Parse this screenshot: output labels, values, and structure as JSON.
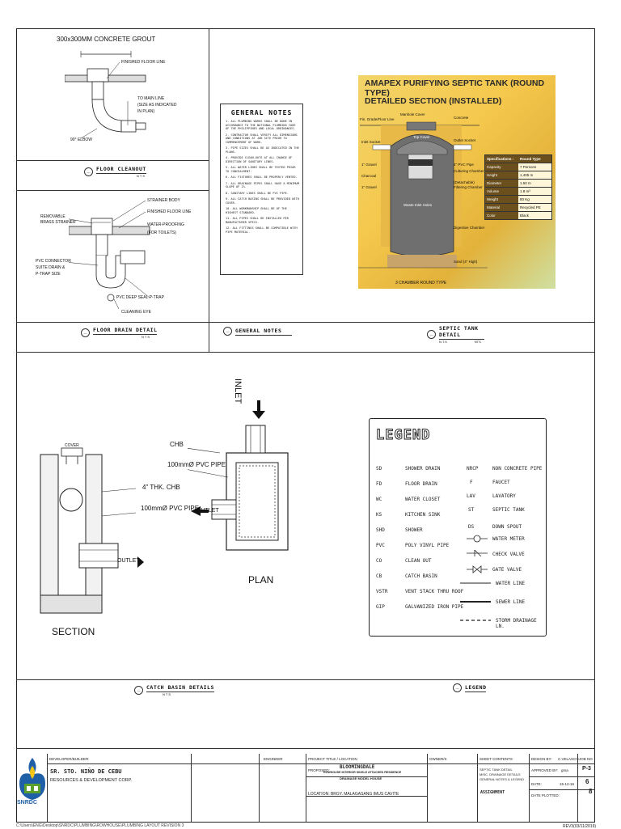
{
  "floor_cleanout": {
    "top_label": "300x300MM CONCRETE GROUT",
    "finished_floor": "FINISHED FLOOR LINE",
    "to_main_line": "TO MAIN LINE",
    "size_indicated": "(SIZE AS INDICATED",
    "in_plan": "IN PLAN)",
    "elbow": "90° ELBOW",
    "title": "FLOOR CLEANOUT",
    "scale": "N T S"
  },
  "floor_drain": {
    "strainer_body": "STRAINER BODY",
    "finished_floor": "FINISHED FLOOR LINE",
    "water_proofing": "WATER-PROOFING",
    "for_toilets": "(FOR TOILETS)",
    "removable": "REMOVABLE",
    "brass_strainer": "BRASS STRAINER",
    "pvc_connector": "PVC CONNECTOR",
    "suite_drain": "SUITE DRAIN &",
    "ptrap_size": "P-TRAP SIZE",
    "deep_seal": "PVC DEEP SEAL P-TRAP",
    "cleaning_eye": "CLEANING EYE",
    "title": "FLOOR DRAIN DETAIL",
    "scale": "N T S"
  },
  "general_notes": {
    "heading": "GENERAL NOTES",
    "items": [
      "1.  ALL PLUMBING WORKS SHALL BE DONE IN ACCORDANCE TO THE NATIONAL PLUMBING CODE OF THE PHILIPPINES AND LOCAL ORDINANCES.",
      "2.  CONTRACTOR SHALL VERIFY ALL DIMENSIONS AND CONDITIONS AT JOB SITE PRIOR TO COMMENCEMENT OF WORK.",
      "3.  PIPE SIZES SHALL BE AS INDICATED IN THE PLANS.",
      "4.  PROVIDE CLEAN-OUTS AT ALL CHANGE OF DIRECTION OF SANITARY LINES.",
      "5.  ALL WATER LINES SHALL BE TESTED PRIOR TO CONCEALMENT.",
      "6.  ALL FIXTURES SHALL BE PROPERLY VENTED.",
      "7.  ALL DRAINAGE PIPES SHALL HAVE A MINIMUM SLOPE OF 2%.",
      "8.  SANITARY LINES SHALL BE PVC PIPE.",
      "9.  ALL CATCH BASINS SHALL BE PROVIDED WITH COVER.",
      "10. ALL WORKMANSHIP SHALL BE OF THE HIGHEST STANDARD.",
      "11. ALL PIPES SHALL BE INSTALLED PER MANUFACTURER SPECS.",
      "12. ALL FITTINGS SHALL BE COMPATIBLE WITH PIPE MATERIAL."
    ],
    "title": "GENERAL NOTES"
  },
  "septic_tank": {
    "heading1": "AMAPEX PURIFYING SEPTIC TANK (ROUND TYPE)",
    "heading2": "DETAILED SECTION (INSTALLED)",
    "floor_line": "Fin. Grade/Floor Line",
    "manhole_cover": "Manhole Cover",
    "concrete": "Concrete",
    "top_cover": "Top Cover",
    "inlet_socket": "Inlet Socket",
    "outlet_socket": "Outlet Socket",
    "gravel1": "1\" Gravel",
    "charcoal": "Charcoal",
    "gravel2": "1\" Gravel",
    "pvc_pipe": "4\" PVC Pipe",
    "culturing": "Culturing Chamber",
    "detachable": "(Detachable)",
    "filtering": "Filtering Chamber",
    "waste_holes": "Waste Inlet Holes",
    "digestive": "Digestive Chamber",
    "sand": "Sand (4\" High)",
    "caption": "3 CHAMBER ROUND TYPE",
    "spec_head": [
      "Specifications :",
      "Round Type"
    ],
    "spec_rows": [
      [
        "Capacity",
        "7 Persons"
      ],
      [
        "Height",
        "1.405 m"
      ],
      [
        "Diameter",
        "1.50 m"
      ],
      [
        "Volume",
        "1.8 m³"
      ],
      [
        "Weight",
        "80 Kg"
      ],
      [
        "Material",
        "Recycled PE"
      ],
      [
        "Color",
        "Black"
      ]
    ],
    "title": "SEPTIC TANK DETAIL",
    "scale_a": "N.T.S",
    "scale_b": "NTS"
  },
  "catch_basin": {
    "inlet": "INLET",
    "chb": "CHB",
    "pvc_pipe_top": "100mmØ PVC PIPE",
    "chb_thk": "4\" THK. CHB",
    "pvc_pipe_mid": "100mmØ PVC PIPE",
    "outlet_plan": "OUTLET",
    "outlet_section": "OUTLET",
    "cover": "COVER",
    "plan_label": "PLAN",
    "section_label": "SECTION",
    "title": "CATCH BASIN DETAILS",
    "scale": "N T S"
  },
  "legend": {
    "heading": "LEGEND",
    "left": [
      [
        "SD",
        "SHOWER DRAIN"
      ],
      [
        "FD",
        "FLOOR DRAIN"
      ],
      [
        "WC",
        "WATER CLOSET"
      ],
      [
        "KS",
        "KITCHEN SINK"
      ],
      [
        "SHD",
        "SHOWER"
      ],
      [
        "PVC",
        "POLY VINYL PIPE"
      ],
      [
        "CO",
        "CLEAN OUT"
      ],
      [
        "CB",
        "CATCH BASIN"
      ],
      [
        "VSTR",
        "VENT STACK THRU ROOF"
      ],
      [
        "GIP",
        "GALVANIZED IRON PIPE"
      ]
    ],
    "right": [
      [
        "NRCP",
        "NON CONCRETE PIPE"
      ],
      [
        "F",
        "FAUCET"
      ],
      [
        "LAV",
        "LAVATORY"
      ],
      [
        "ST",
        "SEPTIC TANK"
      ],
      [
        "DS",
        "DOWN SPOUT"
      ],
      [
        "",
        "WATER METER"
      ],
      [
        "",
        "CHECK VALVE"
      ],
      [
        "",
        "GATE VALVE"
      ],
      [
        "",
        "WATER LINE"
      ],
      [
        "",
        "SEWER LINE"
      ],
      [
        "",
        "STORM DRAINAGE LN."
      ]
    ],
    "title": "LEGEND"
  },
  "title_block": {
    "developer_label": "DEVELOPER/BUILDER:",
    "company_name": "SR. STO. NIÑO DE CEBU",
    "company_sub": "RESOURCES & DEVELOPMENT CORP.",
    "logo_text": "SNRDC",
    "engineer_label": "ENGINEER",
    "project_label": "PROJECT TITLE / LOCATION",
    "proposed_label": "PROPOSED:",
    "project_name": "BLOOMINGDALE",
    "project_sub": "ROWHOUSE INTERIOR SINGLE ATTACHED RESIDENCE",
    "project_sub2": "DRAINAGE MODEL HOUSE",
    "location": "LOCATION:  BRGY. MALAGASANG IMUS CAVITE",
    "owners_label": "OWNER/S",
    "sheet_contents_label": "SHEET CONTENTS",
    "sheet_contents": [
      "SEPTIC TANK DETAIL",
      "MISC. DRAINAGE DETAILS",
      "GENERAL NOTES & LEGEND"
    ],
    "sheet_small": "ASSIGNMENT",
    "design_by_label": "DESIGN BY:",
    "design_by": "C.VELASCO",
    "approved_label": "APPROVED BY:",
    "approved_by": "gma",
    "date_label": "DATE:",
    "date": "15-12-16",
    "date_plotted_label": "DATE PLOTTED:",
    "job_no_label": "JOB NO.",
    "sheet_code": "P-3",
    "sheet_num": "6",
    "sheet_total": "8",
    "footer_path": "C:\\Users\\ENG\\Desktop\\SNRDC\\PLUMBING\\ROWHOUSE\\PLUMBING LAYOUT REVISION 3",
    "revision": "REV3(03/11/2019)"
  }
}
